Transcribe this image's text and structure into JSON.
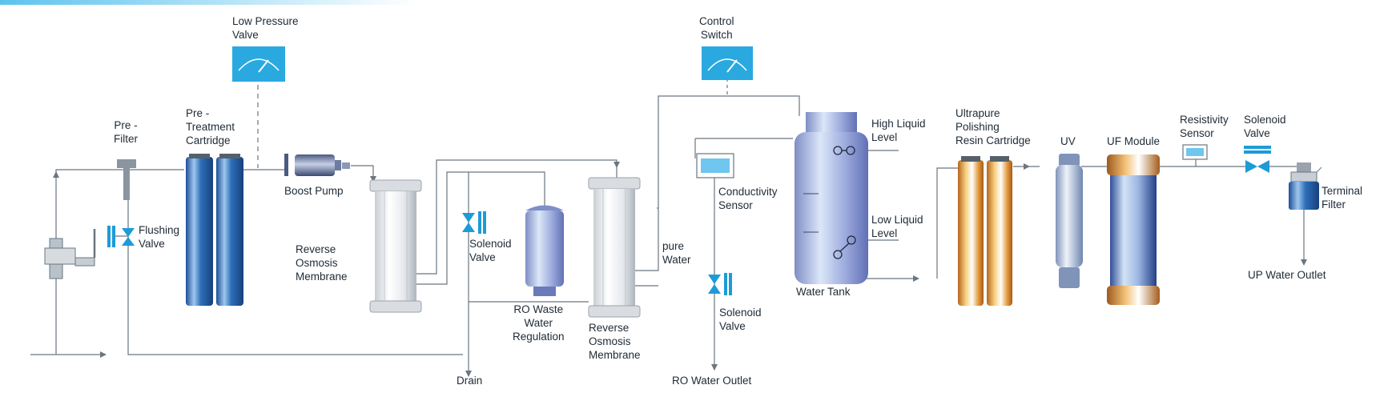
{
  "labels": {
    "low_pressure_valve": [
      "Low Pressure",
      "Valve"
    ],
    "control_switch": [
      "Control",
      "Switch"
    ],
    "pre_filter": [
      "Pre -",
      "Filter"
    ],
    "pretreatment_cartridge": [
      "Pre -",
      "Treatment",
      "Cartridge"
    ],
    "boost_pump": "Boost Pump",
    "flushing_valve": [
      "Flushing",
      "Valve"
    ],
    "ro_membrane_1": [
      "Reverse",
      "Osmosis",
      "Membrane"
    ],
    "solenoid_valve_1": [
      "Solenoid",
      "Valve"
    ],
    "ro_waste_water_regulation": [
      "RO Waste",
      "Water",
      "Regulation"
    ],
    "ro_membrane_2": [
      "Reverse",
      "Osmosis",
      "Membrane"
    ],
    "pure_water": [
      "pure",
      "Water"
    ],
    "drain": "Drain",
    "conductivity_sensor": [
      "Conductivity",
      "Sensor"
    ],
    "solenoid_valve_2": [
      "Solenoid",
      "Valve"
    ],
    "ro_water_outlet": "RO Water Outlet",
    "high_liquid_level": [
      "High Liquid",
      "Level"
    ],
    "low_liquid_level": [
      "Low Liquid",
      "Level"
    ],
    "water_tank": "Water Tank",
    "polishing_cartridge": [
      "Ultrapure",
      "Polishing",
      "Resin Cartridge"
    ],
    "uv": "UV",
    "uf_module": "UF Module",
    "resistivity_sensor": [
      "Resistivity",
      "Sensor"
    ],
    "solenoid_valve_3": [
      "Solenoid",
      "Valve"
    ],
    "terminal_filter": [
      "Terminal",
      "Filter"
    ],
    "up_water_outlet": "UP  Water Outlet"
  },
  "colors": {
    "pipe": "#6a7680",
    "gauge": "#29a9e0",
    "valve": "#1e9bd7",
    "cartridge_blue": "#2b6eb5",
    "cartridge_gold": "#e3a347",
    "tank": "#8c98d2",
    "header_bar": "#5cc3ee"
  }
}
